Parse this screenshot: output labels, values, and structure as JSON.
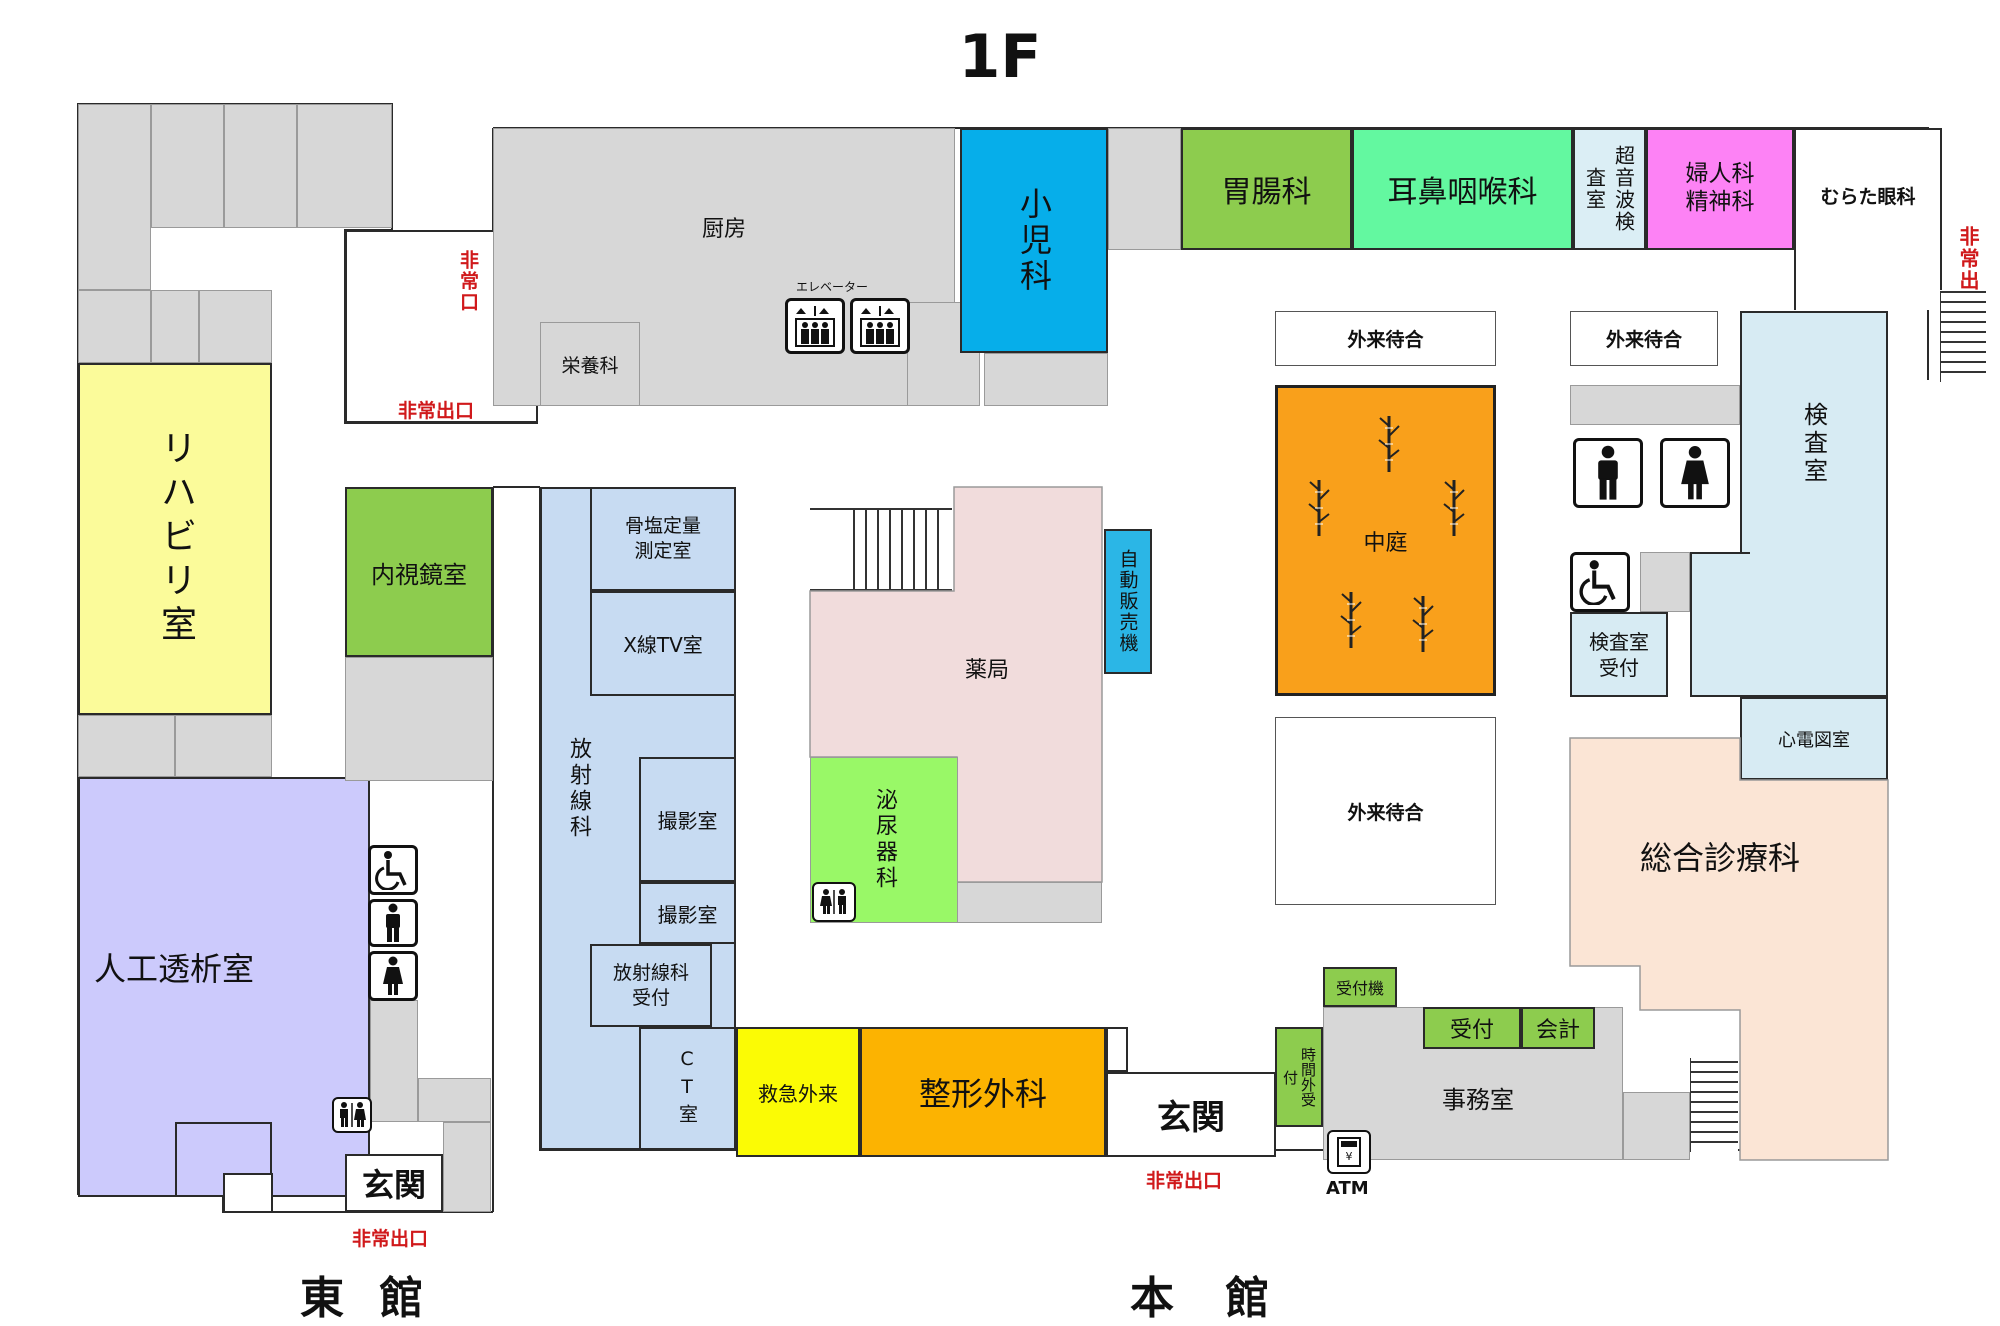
{
  "title": "1F",
  "buildings": {
    "east": "東 館",
    "main": "本 館"
  },
  "rooms": {
    "kitchen": "厨房",
    "nutrition": "栄養科",
    "pediatrics": "小児科",
    "gastro": "胃腸科",
    "ent": "耳鼻咽喉科",
    "ultrasound": "超音波検査室",
    "gyn_psych": "婦人科\n精神科",
    "murata_eye": "むらた眼科",
    "rehab": "リハビリ室",
    "endoscopy": "内視鏡室",
    "dialysis": "人工透析室",
    "bone_density": "骨塩定量\n測定室",
    "xray_tv": "X線TV室",
    "radiology": "放射線科",
    "imaging1": "撮影室",
    "imaging2": "撮影室",
    "radiology_reception": "放射線科\n受付",
    "ct": "CT室",
    "emergency": "救急外来",
    "orthopedics": "整形外科",
    "entrance_main": "玄関",
    "entrance_east": "玄関",
    "pharmacy": "薬局",
    "urology": "泌尿器科",
    "vending": "自動販売機",
    "courtyard": "中庭",
    "waiting1": "外来待合",
    "waiting2": "外来待合",
    "waiting3": "外来待合",
    "lab": "検査室",
    "lab_reception": "検査室\n受付",
    "ecg": "心電図室",
    "general_medicine": "総合診療科",
    "reception_machine": "受付機",
    "reception": "受付",
    "cashier": "会計",
    "after_hours": "時間外受付",
    "office": "事務室",
    "atm": "ATM",
    "elevator": "エレベーター"
  },
  "exits": {
    "kitchen_side": "非常口",
    "kitchen_bottom": "非常出口",
    "right": "非常出口",
    "main_entrance": "非常出口",
    "east_entrance": "非常出口"
  },
  "icons": [
    "elevator-icon",
    "man-icon",
    "woman-icon",
    "wheelchair-icon",
    "restroom-icon",
    "atm-icon",
    "bamboo-icon",
    "stairs-icon"
  ],
  "colors": {
    "gray_room": "#d7d7d7",
    "pediatrics": "#06aeea",
    "gastro": "#8dcc4e",
    "ent": "#63f8a0",
    "ultrasound": "#dbeef5",
    "gyn_psych": "#fd82f5",
    "rehab": "#fbfb9a",
    "dialysis": "#cccafc",
    "radiology": "#c7dbf2",
    "pharmacy": "#f1dcdc",
    "urology": "#99f867",
    "vending": "#2bb6e6",
    "courtyard": "#f9a01b",
    "lab": "#d7ebf3",
    "general_medicine": "#fbe5d5",
    "emergency": "#fbfb05",
    "orthopedics": "#fcb301",
    "exit_text": "#d0191b"
  }
}
